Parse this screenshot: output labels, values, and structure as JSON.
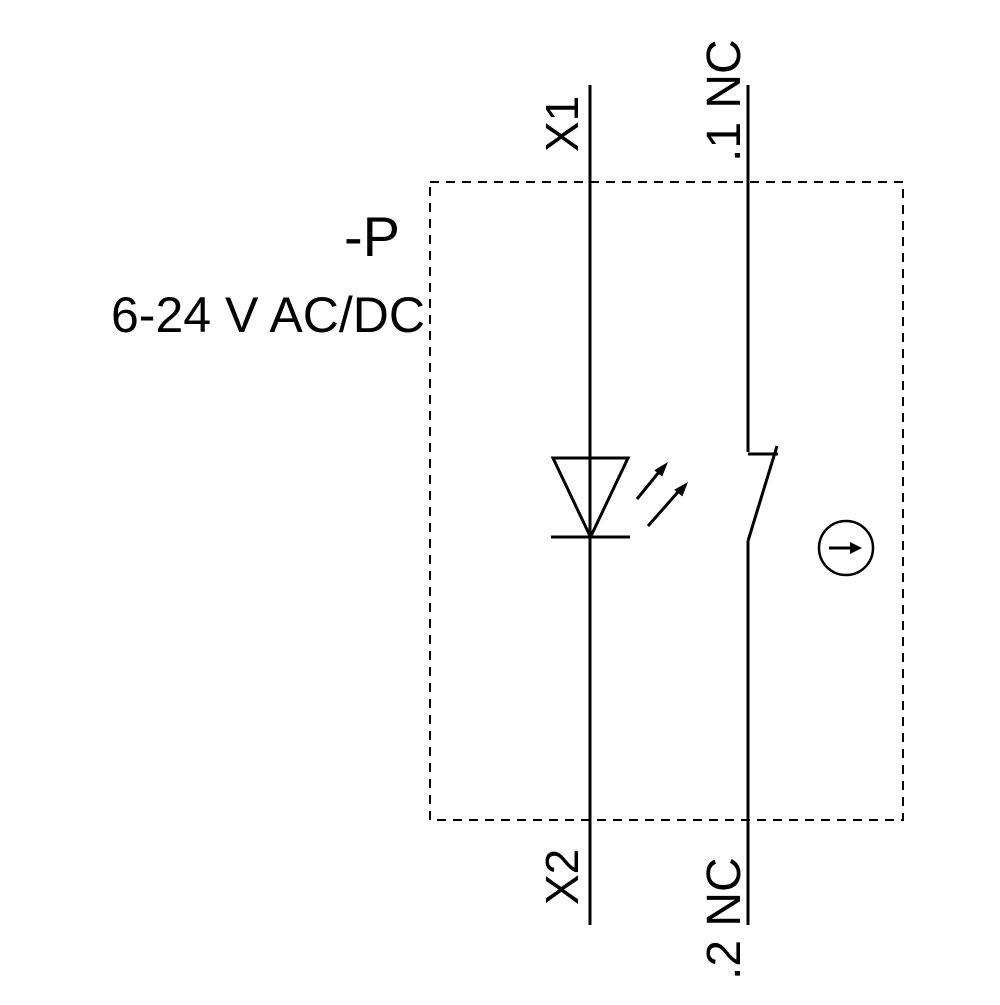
{
  "diagram": {
    "component_ref": "-P",
    "voltage_rating": "6-24 V AC/DC",
    "terminals": {
      "top_left": "X1",
      "bottom_left": "X2",
      "top_right": ".1 NC",
      "bottom_right": ".2 NC"
    },
    "colors": {
      "line": "#000000",
      "background": "#ffffff"
    }
  }
}
